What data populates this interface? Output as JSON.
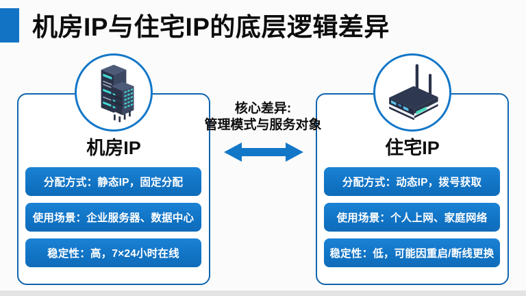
{
  "title": "机房IP与住宅IP的底层逻辑差异",
  "center": {
    "line1": "核心差异:",
    "line2": "管理模式与服务对象"
  },
  "cards": [
    {
      "id": "datacenter-ip",
      "title": "机房IP",
      "icon": "server-icon",
      "rows": [
        "分配方式：静态IP，固定分配",
        "使用场景：企业服务器、数据中心",
        "稳定性：高，7×24小时在线"
      ]
    },
    {
      "id": "residential-ip",
      "title": "住宅IP",
      "icon": "router-icon",
      "rows": [
        "分配方式：动态IP，拨号获取",
        "使用场景：个人上网、家庭网络",
        "稳定性：低，可能因重启/断线更换"
      ]
    }
  ],
  "colors": {
    "primary_blue": "#1377c8",
    "card_border_blue": "#0e64ae",
    "accent_blue": "#1273c4",
    "icon_navy_dark": "#2b3349",
    "icon_navy_mid": "#3c4862",
    "icon_navy_top": "#4d5a78",
    "icon_cyan": "#43d9d4",
    "icon_port_blue": "#5bc0e8",
    "pill_text": "#ffffff",
    "title_text": "#0c0c0c"
  }
}
